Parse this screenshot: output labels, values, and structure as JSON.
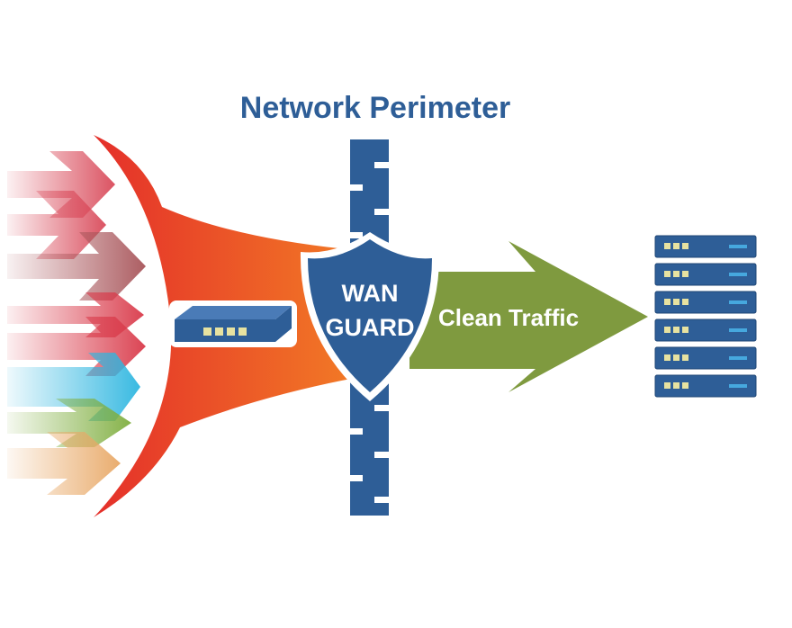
{
  "diagram": {
    "title": "Network Perimeter",
    "shield": {
      "line1": "WAN",
      "line2": "GUARD"
    },
    "output_label": "Clean Traffic",
    "server_count": 6,
    "incoming_arrows": [
      {
        "color": "#d94a5a",
        "kind": "attack"
      },
      {
        "color": "#d94a5a",
        "kind": "attack"
      },
      {
        "color": "#a8555a",
        "kind": "attack"
      },
      {
        "color": "#d93a4a",
        "kind": "attack"
      },
      {
        "color": "#d93a4a",
        "kind": "attack"
      },
      {
        "color": "#2eb6e0",
        "kind": "legitimate"
      },
      {
        "color": "#7fae3f",
        "kind": "legitimate"
      },
      {
        "color": "#e8a866",
        "kind": "legitimate"
      }
    ],
    "colors": {
      "title": "#2e5e97",
      "funnel_start": "#e42f2a",
      "funnel_end": "#f27a25",
      "wall": "#2e5e97",
      "shield": "#2e5e97",
      "clean_arrow": "#7f9a3f",
      "server": "#2e5e97",
      "server_led": "#e7e2a0",
      "server_light": "#46a8de"
    }
  }
}
